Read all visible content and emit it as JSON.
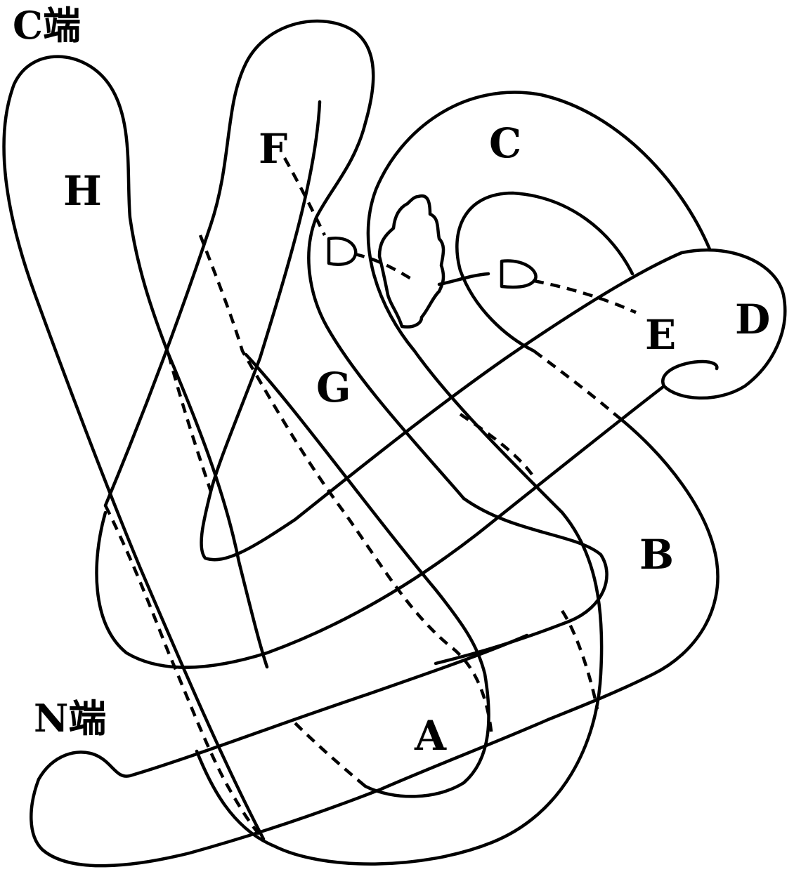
{
  "labels": {
    "c_end": "C端",
    "n_end": "N端",
    "helices": {
      "A": "A",
      "B": "B",
      "C": "C",
      "D": "D",
      "E": "E",
      "F": "F",
      "G": "G",
      "H": "H"
    }
  },
  "colors": {
    "line": "#000000",
    "background": "#ffffff"
  },
  "line_styles": [
    "solid",
    "dashed"
  ]
}
